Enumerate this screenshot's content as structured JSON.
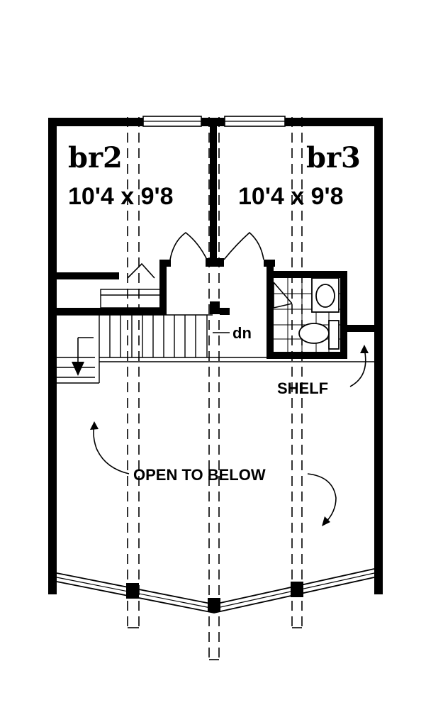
{
  "rooms": {
    "br2": {
      "name": "br2",
      "size": "10'4 x 9'8"
    },
    "br3": {
      "name": "br3",
      "size": "10'4 x 9'8"
    }
  },
  "labels": {
    "stair_down": "dn",
    "shelf": "SHELF",
    "open_to_below": "OPEN TO BELOW"
  },
  "colors": {
    "ink": "#000000",
    "paper": "#ffffff"
  }
}
